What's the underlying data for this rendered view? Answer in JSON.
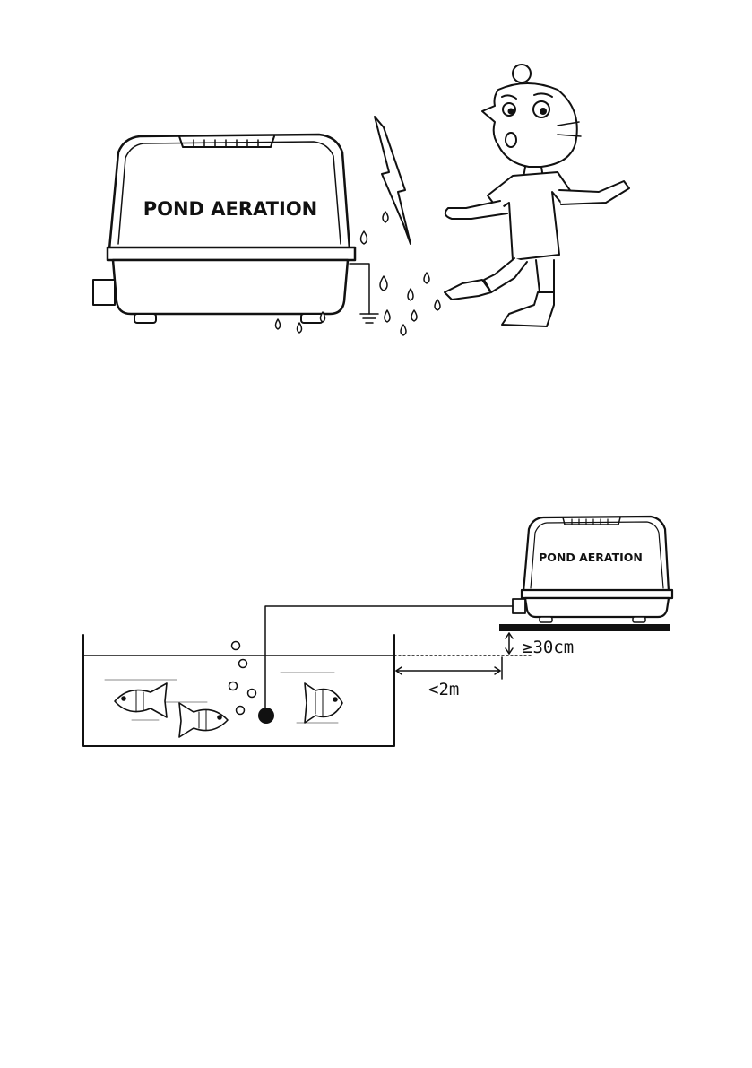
{
  "figure_top": {
    "pump_label": "POND AERATION"
  },
  "figure_bottom": {
    "pump_label": "POND AERATION",
    "height_label": "≥30cm",
    "distance_label": "<2m"
  },
  "colors": {
    "ink": "#111111",
    "background": "#ffffff"
  }
}
